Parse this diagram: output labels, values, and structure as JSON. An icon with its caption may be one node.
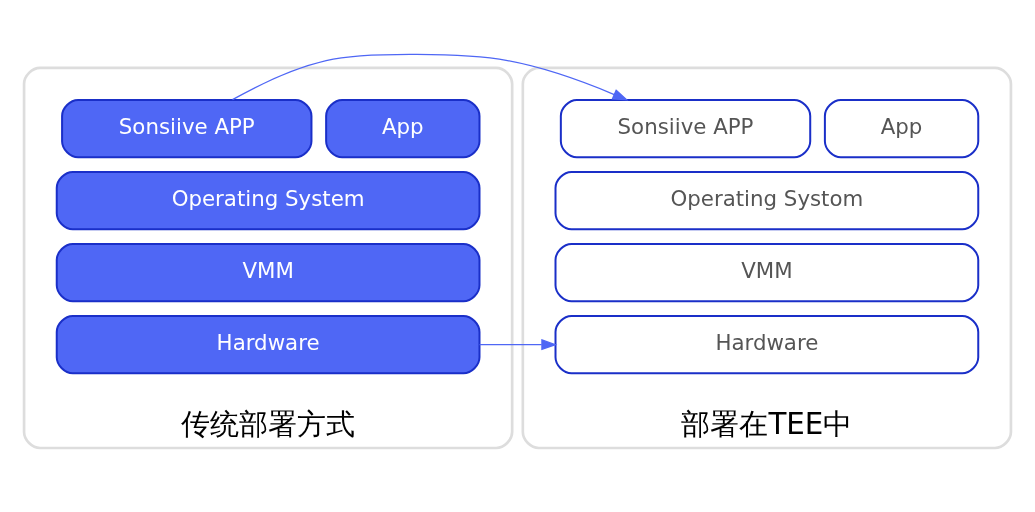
{
  "diagram": {
    "nodes": [
      {
        "text": [
          "传统部署方式"
        ]
      },
      {
        "text": [
          "Sonsiive APP"
        ],
        "in": 0
      },
      {
        "text": [
          "App"
        ],
        "in": 0
      },
      {
        "text": [
          "Operating System"
        ],
        "in": 0
      },
      {
        "text": [
          "VMM"
        ],
        "in": 0
      },
      {
        "text": [
          "Hardware"
        ],
        "in": 0
      },
      {
        "text": [
          "部署在TEE中"
        ]
      },
      {
        "text": [
          "Sonsiive APP"
        ],
        "in": 6
      },
      {
        "text": [
          "App"
        ],
        "in": 6
      },
      {
        "text": [
          "Operating Systom"
        ],
        "in": 6
      },
      {
        "text": [
          "VMM"
        ],
        "in": 6
      },
      {
        "text": [
          "Hardware"
        ],
        "in": 6
      }
    ],
    "edges": [
      {
        "from": 1,
        "to": 7,
        "arrow": "to",
        "color": "#4f67f5"
      },
      {
        "from": 5,
        "to": 11,
        "arrow": "to",
        "color": "#4f67f5"
      }
    ]
  }
}
